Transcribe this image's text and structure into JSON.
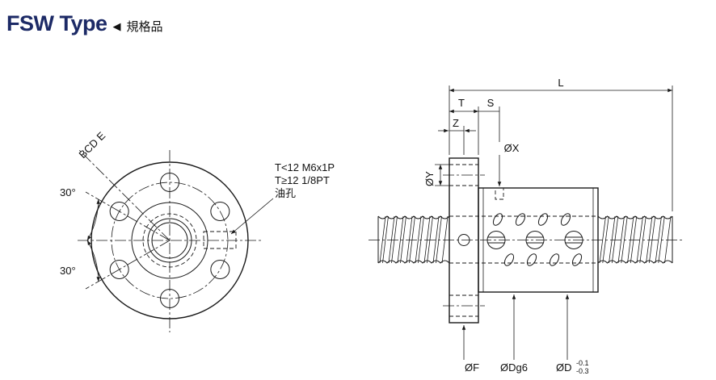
{
  "header": {
    "title": "FSW Type",
    "marker": "◀",
    "subtitle": "規格品"
  },
  "front_view": {
    "bcd_label": "BCD E",
    "angle_upper_label": "30°",
    "angle_lower_label": "30°",
    "oil_note": {
      "line1": "T<12 M6x1P",
      "line2": "T≥12 1/8PT",
      "line3": "油孔"
    }
  },
  "side_view": {
    "dims": {
      "L": "L",
      "T": "T",
      "S": "S",
      "Z": "Z",
      "X": "ØX",
      "Y": "ØY",
      "F": "ØF",
      "Dg6": "ØDg6",
      "D": "ØD",
      "D_tol_upper": "-0.1",
      "D_tol_lower": "-0.3"
    }
  },
  "colors": {
    "title_navy": "#1c2a66",
    "line": "#1a1a1a"
  }
}
